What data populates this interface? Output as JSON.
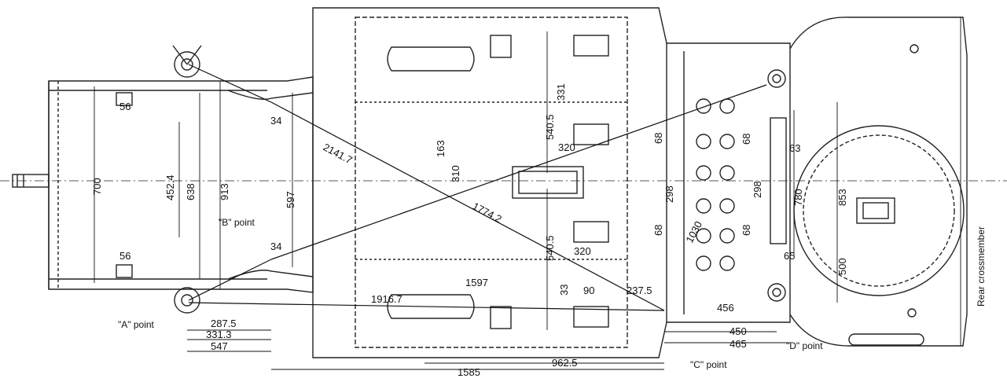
{
  "points": {
    "a": "\"A\" point",
    "b": "\"B\" point",
    "c": "\"C\" point",
    "d": "\"D\" point"
  },
  "labels": {
    "rear_crossmember": "Rear crossmember"
  },
  "dimensions": {
    "d56_top": "56",
    "d56_bottom": "56",
    "d700": "700",
    "d4524": "452.4",
    "d638": "638",
    "d913": "913",
    "d597": "597",
    "d34_top": "34",
    "d34_bottom": "34",
    "d2141": "2141.7",
    "d1774": "1774.2",
    "d1597": "1597",
    "d19167": "1916.7",
    "d2875": "287.5",
    "d3313": "331.3",
    "d547": "547",
    "d1585": "1585",
    "d9625": "962.5",
    "d331": "331",
    "d5405_top": "540.5",
    "d5405_bottom": "540.5",
    "d320_top": "320",
    "d320_bottom": "320",
    "d163": "163",
    "d310": "310",
    "d33": "33",
    "d90": "90",
    "d2375": "237.5",
    "d68_a": "68",
    "d68_b": "68",
    "d68_c": "68",
    "d68_d": "68",
    "d298_left": "298",
    "d298_right": "298",
    "d1030": "1030",
    "d63": "63",
    "d65": "65",
    "d780": "780",
    "d853": "853",
    "d500": "500",
    "d456": "456",
    "d450": "450",
    "d465": "465"
  }
}
